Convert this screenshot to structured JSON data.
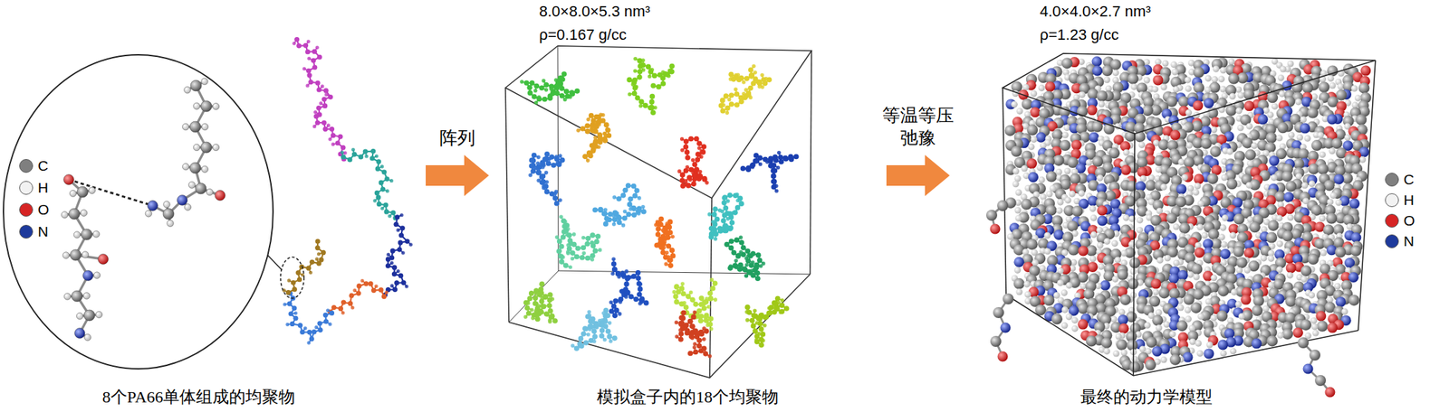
{
  "diagram": {
    "nodes": [
      {
        "text": [
          "8个PA66单体组成的均聚物"
        ]
      },
      {
        "text": [
          "8.0×8.0×5.3 nm³",
          "ρ=0.167 g/cc",
          "模拟盒子内的18个均聚物"
        ]
      },
      {
        "text": [
          "4.0×4.0×2.7 nm³",
          "ρ=1.23 g/cc",
          "最终的动力学模型"
        ]
      }
    ],
    "edges": [
      {
        "from": 0,
        "to": 1,
        "arrow": "to",
        "label": "阵列"
      },
      {
        "from": 1,
        "to": 2,
        "arrow": "to",
        "label": "等温等压 弛豫"
      }
    ],
    "legend": [
      {
        "text": "C",
        "color": "#7f7f7f"
      },
      {
        "text": "H",
        "color": "#f2f2f2"
      },
      {
        "text": "O",
        "color": "#d62424"
      },
      {
        "text": "N",
        "color": "#1e3a9c"
      },
      {
        "text": "C",
        "color": "#7f7f7f"
      },
      {
        "text": "H",
        "color": "#f2f2f2"
      },
      {
        "text": "O",
        "color": "#d62424"
      },
      {
        "text": "N",
        "color": "#1e3a9c"
      }
    ]
  }
}
